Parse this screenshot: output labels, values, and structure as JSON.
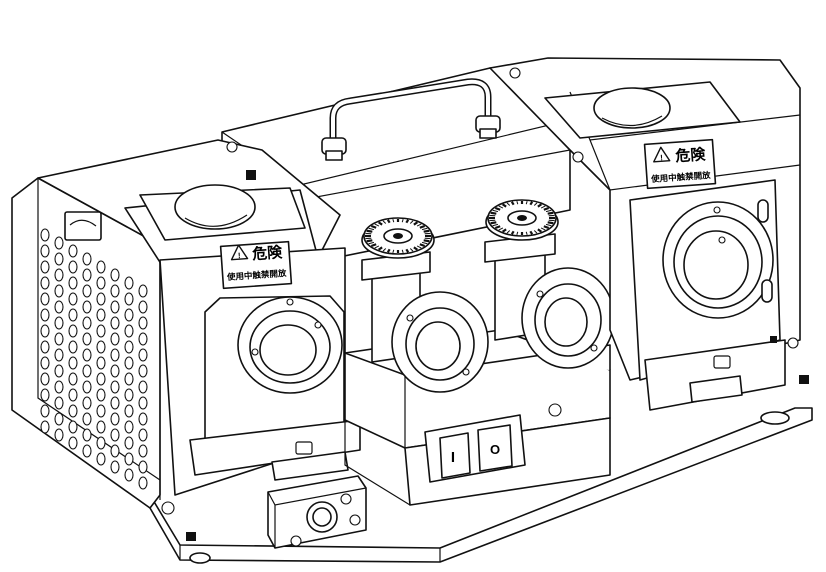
{
  "warning_labels": [
    {
      "title": "危険",
      "subtitle": "使用中触禁開放"
    },
    {
      "title": "危険",
      "subtitle": "使用中触禁開放"
    }
  ],
  "switch": {
    "on_symbol": "I",
    "off_symbol": "O"
  },
  "colors": {
    "line": "#111111",
    "background": "#ffffff"
  }
}
